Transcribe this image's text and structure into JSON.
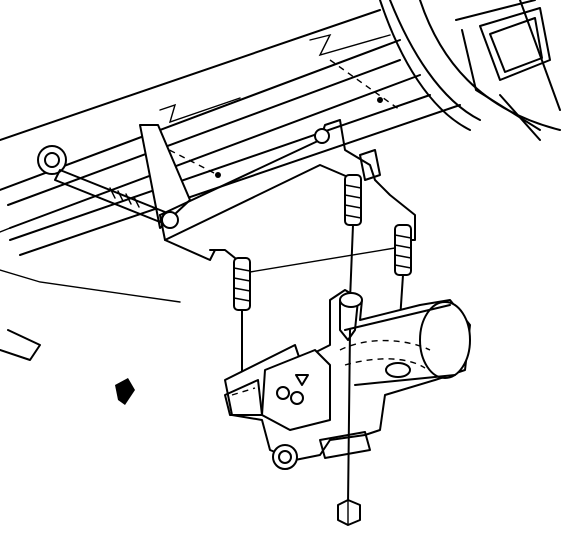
{
  "diagram": {
    "caption": "",
    "parts": [
      {
        "name": "mounting-bolt",
        "label": ""
      },
      {
        "name": "mounting-bracket",
        "label": ""
      },
      {
        "name": "stud-front-left",
        "label": ""
      },
      {
        "name": "stud-center",
        "label": ""
      },
      {
        "name": "stud-rear-right",
        "label": ""
      },
      {
        "name": "actuator-motor-assembly",
        "label": ""
      },
      {
        "name": "retaining-nut",
        "label": ""
      }
    ],
    "colors": {
      "ink": "#000000",
      "paper": "#ffffff"
    }
  }
}
